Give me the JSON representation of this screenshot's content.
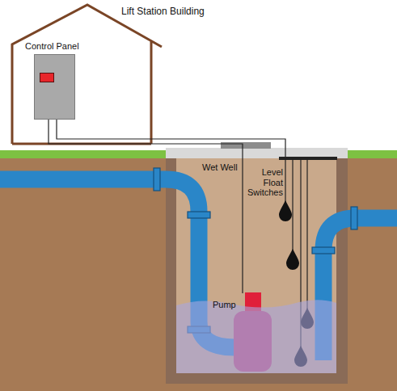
{
  "diagram": {
    "nodes": [
      {
        "text": [
          "Lift Station Building"
        ]
      },
      {
        "text": [
          "Control Panel"
        ],
        "in": 0
      },
      {
        "text": [
          "Wet Well"
        ]
      }
    ],
    "edges": [
      {
        "from": 1,
        "to": 2,
        "arrow": "none"
      }
    ],
    "labels": [
      "Level Float Switches",
      "Pump"
    ]
  }
}
